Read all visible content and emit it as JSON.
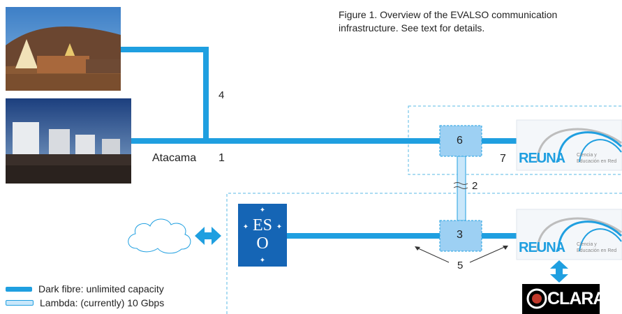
{
  "caption": {
    "prefix": "Figure 1.",
    "line1": " Overview of the EVALSO communication",
    "line2": "infrastructure. See text for details."
  },
  "labels": {
    "atacama": "Atacama",
    "n1": "1",
    "n2": "2",
    "n3": "3",
    "n4": "4",
    "n5": "5",
    "n6": "6",
    "n7": "7"
  },
  "logos": {
    "reuna_main": "REUNA",
    "reuna_tag1": "Ciencia y",
    "reuna_tag2": "Educación en Red",
    "eso": "ESO",
    "clara": "CLARA"
  },
  "legend": [
    {
      "label": "Dark fibre: unlimited capacity",
      "color": "#1f9fe0"
    },
    {
      "label": "Lambda: (currently) 10 Gbps",
      "color": "#c9e7fa"
    }
  ],
  "colors": {
    "fibre": "#1f9fe0",
    "lambda": "#c9e7fa",
    "box": "#9dd0f3",
    "eso": "#1565b5",
    "dash": "#5ab8e6"
  }
}
